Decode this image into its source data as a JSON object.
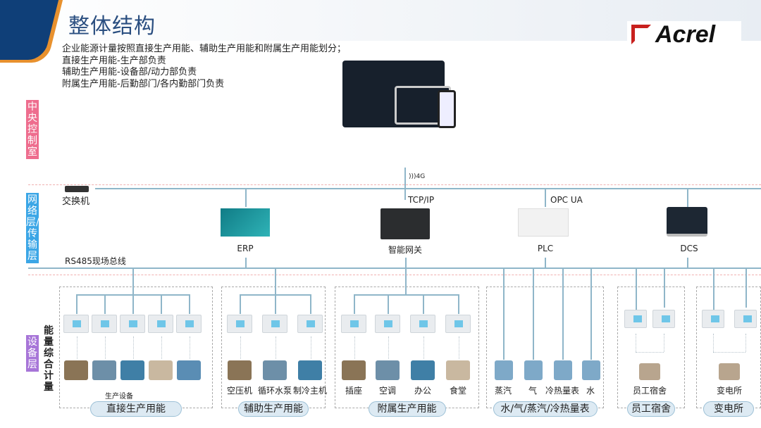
{
  "title": "整体结构",
  "logo": "Acrel",
  "description": [
    "企业能源计量按照直接生产用能、辅助生产用能和附属生产用能划分；",
    "直接生产用能-生产部负责",
    "辅助生产用能-设备部/动力部负责",
    "附属生产用能-后勤部门/各内勤部门负责"
  ],
  "layers": {
    "central": "中央控制室",
    "network": "网络层/传输层",
    "device": "设备层"
  },
  "network": {
    "switch": "交换机",
    "wireless": "4G",
    "tcpip": "TCP/IP",
    "opcua": "OPC UA",
    "bus": "RS485现场总线",
    "nodes": [
      "ERP",
      "智能网关",
      "PLC",
      "DCS"
    ]
  },
  "energy_label": "能量综合计量",
  "groups": [
    {
      "title": "直接生产用能",
      "caption": "生产设备",
      "items": [
        "",
        "",
        "",
        "",
        ""
      ]
    },
    {
      "title": "辅助生产用能",
      "items": [
        "空压机",
        "循环水泵",
        "制冷主机"
      ]
    },
    {
      "title": "附属生产用能",
      "items": [
        "插座",
        "空调",
        "办公",
        "食堂"
      ]
    },
    {
      "title": "水/气/蒸汽/冷热量表",
      "items": [
        "蒸汽",
        "气",
        "冷热量表",
        "水"
      ]
    },
    {
      "title": "员工宿舍",
      "items": [
        "员工宿舍"
      ]
    },
    {
      "title": "变电所",
      "items": [
        "变电所"
      ]
    }
  ],
  "colors": {
    "central": "#ee6d8e",
    "network": "#3ba6e6",
    "device": "#a775d8",
    "line": "#8fb6c9"
  }
}
